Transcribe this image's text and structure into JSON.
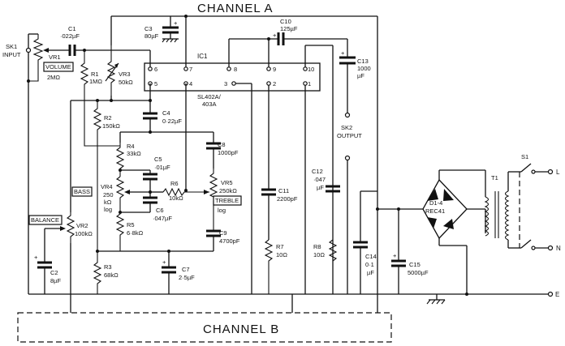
{
  "title": "CHANNEL A",
  "channel_b": "CHANNEL B",
  "ic": {
    "name": "IC1",
    "part_line1": "SL402A/",
    "part_line2": "403A",
    "pins": [
      "6",
      "7",
      "8",
      "9",
      "10",
      "5",
      "4",
      "3",
      "2",
      "1"
    ]
  },
  "input": {
    "line1": "SK1",
    "line2": "INPUT"
  },
  "output": {
    "line1": "SK2",
    "line2": "OUTPUT"
  },
  "labels": {
    "volume": "VOLUME",
    "bass": "BASS",
    "treble": "TREBLE",
    "balance": "BALANCE",
    "bridge1": "D1-4",
    "bridge2": "REC41",
    "transformer": "T1",
    "switch": "S1",
    "L": "L",
    "N": "N",
    "E": "E"
  },
  "components": {
    "C1": [
      "C1",
      "·022µF"
    ],
    "VR1": [
      "VR1",
      "2MΩ"
    ],
    "R1": [
      "R1",
      "1MΩ"
    ],
    "VR3": [
      "VR3",
      "50kΩ"
    ],
    "C3": [
      "C3",
      "80µF"
    ],
    "C10": [
      "C10",
      "125µF"
    ],
    "C13": [
      "C13",
      "1000",
      "µF"
    ],
    "C4": [
      "C4",
      "0·22µF"
    ],
    "R2": [
      "R2",
      "150kΩ"
    ],
    "R4": [
      "R4",
      "33kΩ"
    ],
    "C5": [
      "C5",
      "·01µF"
    ],
    "C8": [
      "C8",
      "1000pF"
    ],
    "VR4": [
      "VR4",
      "250",
      "kΩ",
      "log"
    ],
    "R6": [
      "R6",
      "10kΩ"
    ],
    "VR5": [
      "VR5",
      "250kΩ",
      "log"
    ],
    "C6": [
      "C6",
      "·047µF"
    ],
    "R5": [
      "R5",
      "6·8kΩ"
    ],
    "C9": [
      "C9",
      "4700pF"
    ],
    "VR2": [
      "VR2",
      "100kΩ"
    ],
    "C2": [
      "C2",
      "8µF"
    ],
    "R3": [
      "R3",
      "68kΩ"
    ],
    "C7": [
      "C7",
      "2·5µF"
    ],
    "C11": [
      "C11",
      "2200pF"
    ],
    "R7": [
      "R7",
      "10Ω"
    ],
    "C12": [
      "C12",
      "·047",
      "µF"
    ],
    "R8": [
      "R8",
      "10Ω"
    ],
    "C14": [
      "C14",
      "0·1",
      "µF"
    ],
    "C15": [
      "C15",
      "5000µF"
    ]
  }
}
